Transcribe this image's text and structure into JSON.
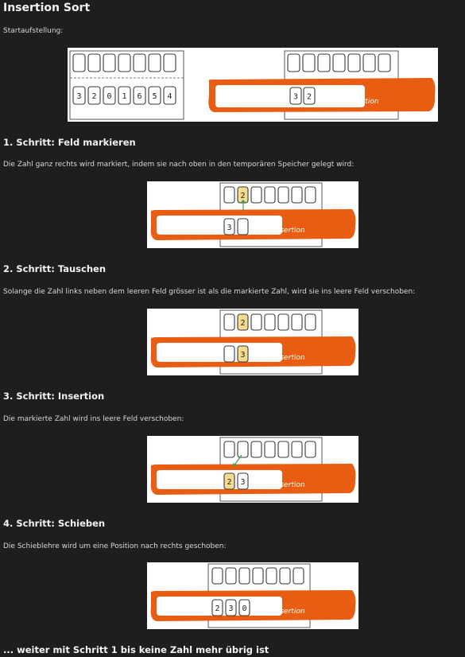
{
  "title": "Insertion Sort",
  "intro": "Startaufstellung:",
  "steps": [
    {
      "heading": "1. Schritt: Feld markieren",
      "text": "Die Zahl ganz rechts wird markiert, indem sie nach oben in den temporären Speicher gelegt wird:"
    },
    {
      "heading": "2. Schritt: Tauschen",
      "text": "Solange die Zahl links neben dem leeren Feld grösser ist als die markierte Zahl, wird sie ins leere Feld verschoben:"
    },
    {
      "heading": "3. Schritt: Insertion",
      "text": "Die markierte Zahl wird ins leere Feld verschoben:"
    },
    {
      "heading": "4. Schritt: Schieben",
      "text": "Die Schieblehre wird um eine Position nach rechts geschoben:"
    }
  ],
  "footer": "... weiter mit Schritt 1 bis keine Zahl mehr übrig ist",
  "diagram": {
    "insertion_label": "Insertion",
    "start_numbers": [
      "3",
      "2",
      "0",
      "1",
      "6",
      "5",
      "4"
    ],
    "start_window": [
      "3",
      "2"
    ],
    "step1_marked": "2",
    "step1_window": [
      "3",
      ""
    ],
    "step2_marked": "2",
    "step2_window": [
      "",
      "3"
    ],
    "step3_window": [
      "2",
      "3"
    ],
    "step4_window": [
      "2",
      "3",
      "0"
    ]
  },
  "colors": {
    "band": "#e85d12",
    "highlight": "#f6dc8e",
    "background": "#1e1e1e"
  }
}
